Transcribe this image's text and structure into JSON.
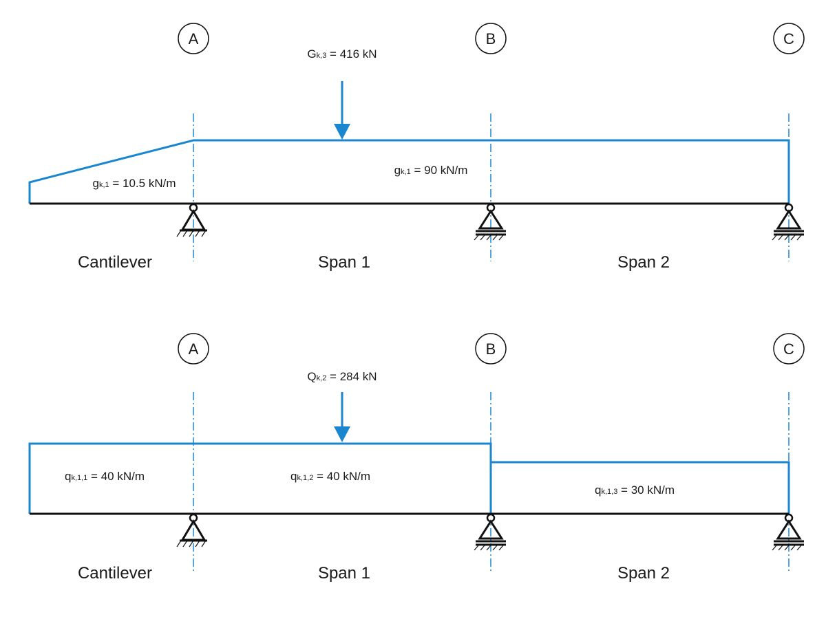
{
  "diagram_top": {
    "support_labels": [
      "A",
      "B",
      "C"
    ],
    "point_load": {
      "symbol": "G",
      "subscript": "k,3",
      "value_text": " = 416 kN"
    },
    "udl_cantilever": {
      "symbol": "g",
      "subscript": "k,1",
      "value_text": " = 10.5 kN/m"
    },
    "udl_span": {
      "symbol": "g",
      "subscript": "k,1",
      "value_text": " = 90 kN/m"
    },
    "region_labels": [
      "Cantilever",
      "Span 1",
      "Span 2"
    ]
  },
  "diagram_bottom": {
    "support_labels": [
      "A",
      "B",
      "C"
    ],
    "point_load": {
      "symbol": "Q",
      "subscript": "k,2",
      "value_text": " = 284 kN"
    },
    "udl_1": {
      "symbol": "q",
      "subscript": "k,1,1",
      "value_text": " = 40 kN/m"
    },
    "udl_2": {
      "symbol": "q",
      "subscript": "k,1,2",
      "value_text": " = 40 kN/m"
    },
    "udl_3": {
      "symbol": "q",
      "subscript": "k,1,3",
      "value_text": " = 30 kN/m"
    },
    "region_labels": [
      "Cantilever",
      "Span 1",
      "Span 2"
    ]
  },
  "colors": {
    "load": "#1a86d0",
    "beam": "#111111"
  }
}
